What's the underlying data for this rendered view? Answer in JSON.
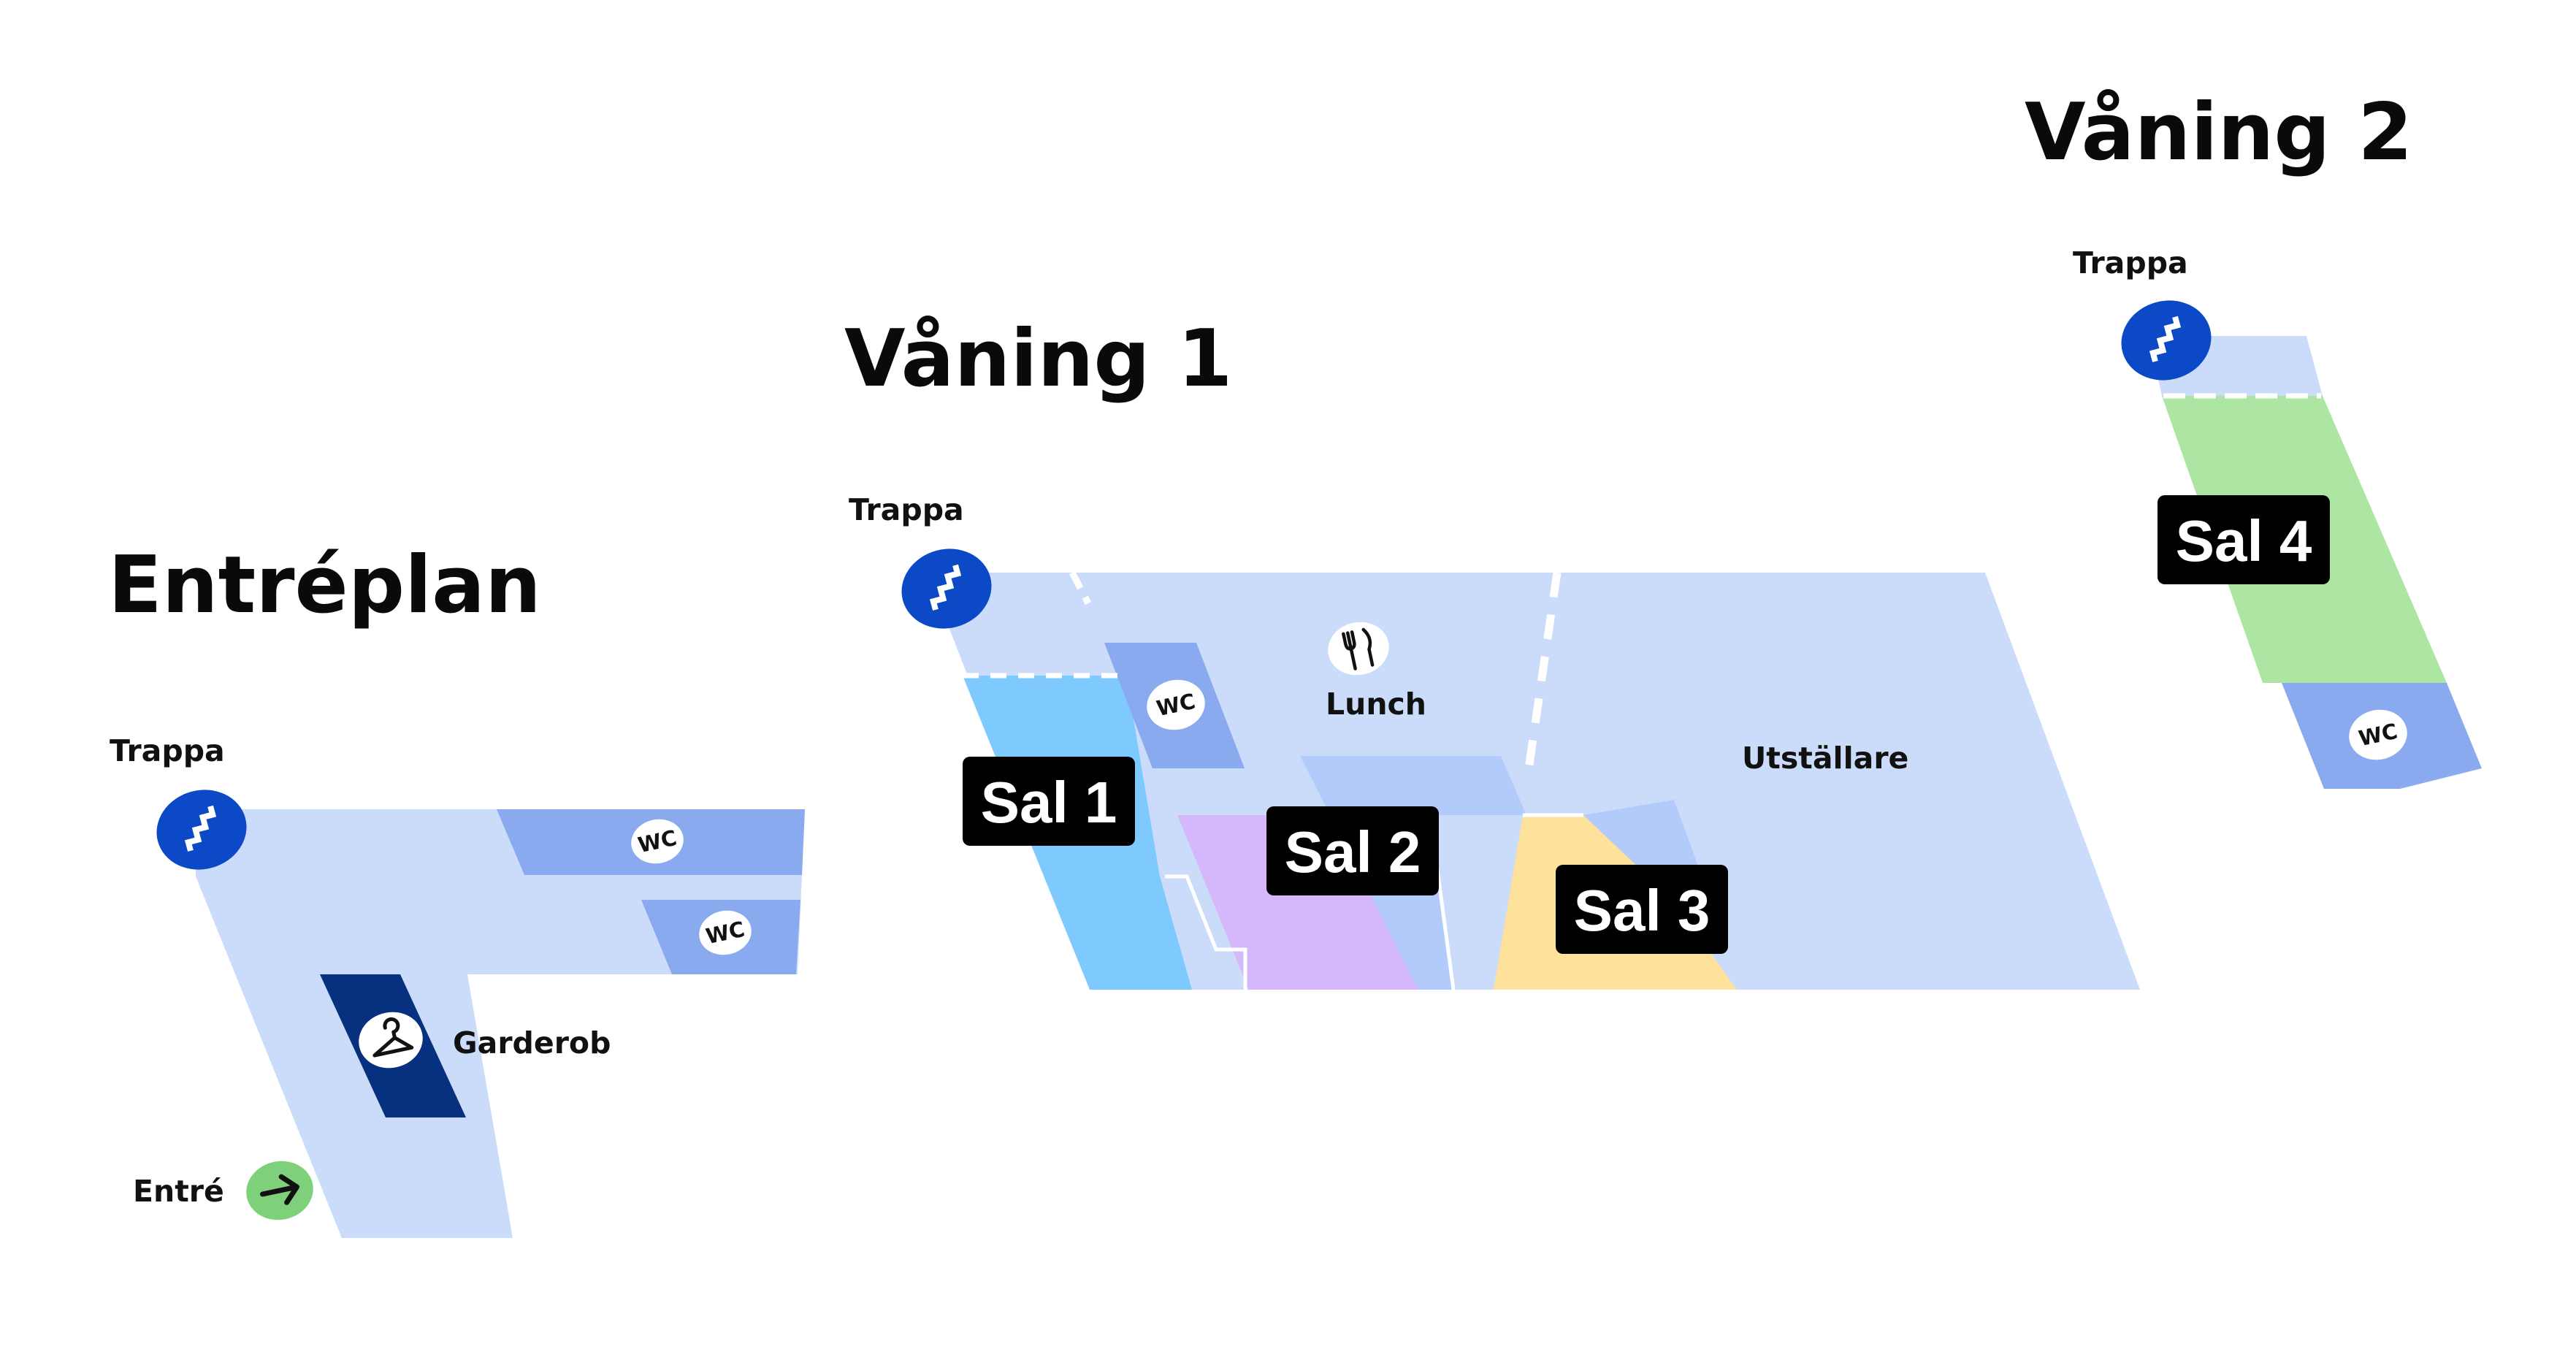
{
  "floors": {
    "entreplan": {
      "title": "Entréplan",
      "labels": {
        "stairs": "Trappa",
        "wc": "WC",
        "cloakroom": "Garderob",
        "entrance": "Entré"
      }
    },
    "vaning1": {
      "title": "Våning 1",
      "labels": {
        "stairs": "Trappa",
        "wc": "WC",
        "lunch": "Lunch",
        "exhibitors": "Utställare"
      },
      "rooms": [
        "Sal 1",
        "Sal 2",
        "Sal 3"
      ]
    },
    "vaning2": {
      "title": "Våning 2",
      "labels": {
        "stairs": "Trappa",
        "wc": "WC"
      },
      "rooms": [
        "Sal 4"
      ]
    }
  },
  "icons": [
    "stairs-icon",
    "wc-icon",
    "hanger-icon",
    "arrow-right-icon",
    "cutlery-icon"
  ],
  "colors": {
    "floor": "#cbdcfb",
    "wc_area": "#8aaaef",
    "stairs": "#0b49c7",
    "cloakroom": "#07307e",
    "entrance": "#7fd07b",
    "sal1": "#7ecafe",
    "sal2": "#d4b8fb",
    "sal3": "#fee29b",
    "sal4": "#ace6a2",
    "label_bg": "#000000"
  }
}
